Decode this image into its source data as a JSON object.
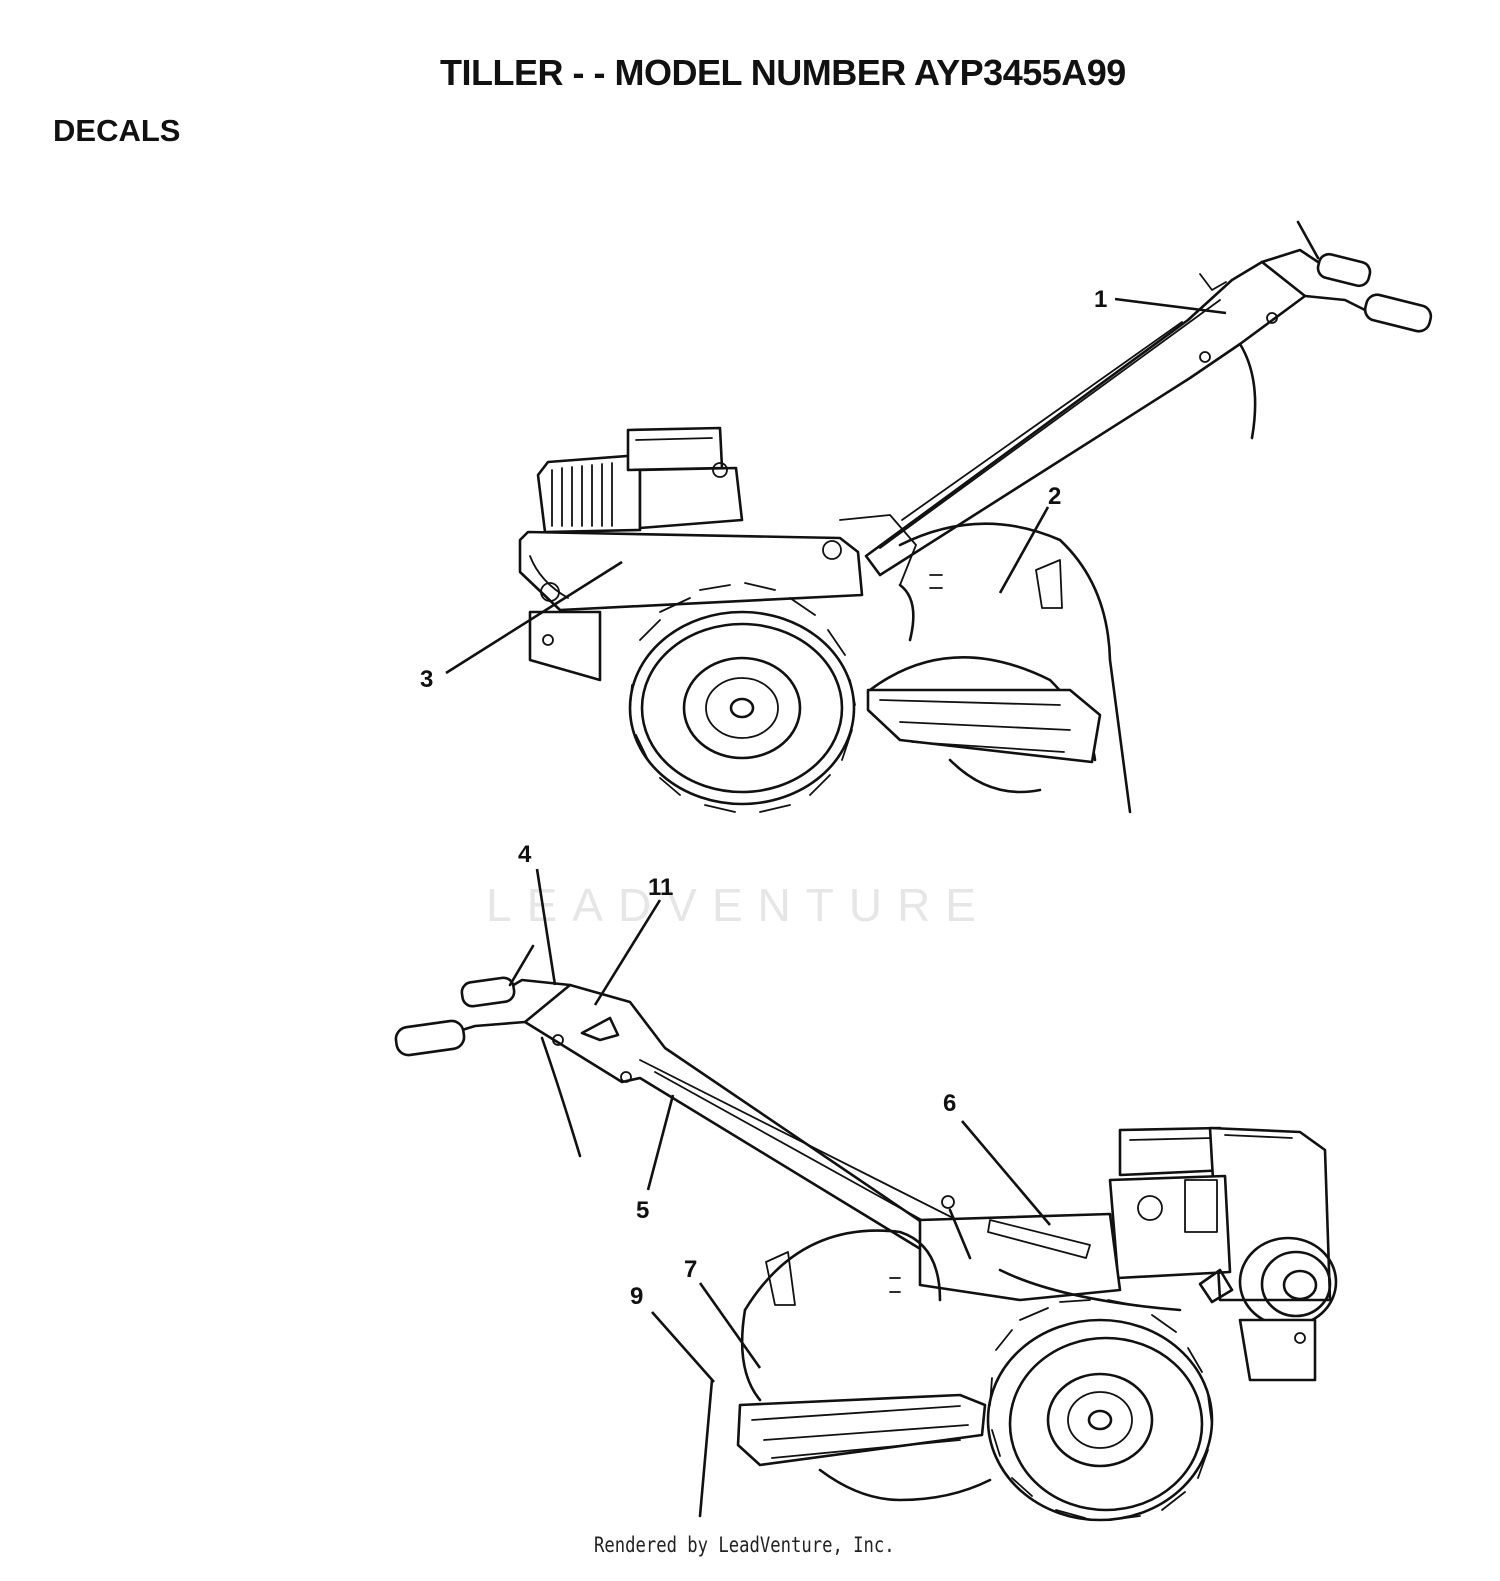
{
  "header": {
    "title": "TILLER - - MODEL NUMBER AYP3455A99",
    "section": "DECALS"
  },
  "watermark": "LEADVENTURE",
  "footer": "Rendered by LeadVenture, Inc.",
  "callouts": {
    "c1": "1",
    "c2": "2",
    "c3": "3",
    "c4": "4",
    "c5": "5",
    "c6": "6",
    "c7": "7",
    "c9": "9",
    "c11": "11"
  }
}
